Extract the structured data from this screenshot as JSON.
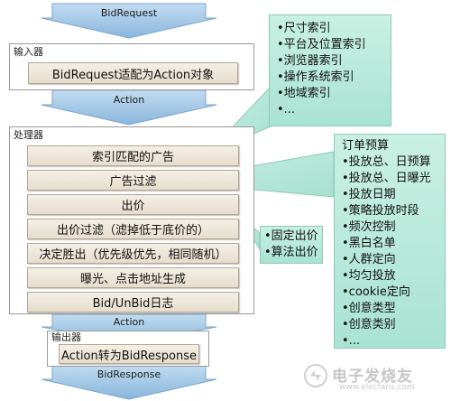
{
  "flow": {
    "input_label": "BidRequest",
    "between_action_1": "Action",
    "between_action_2": "Action",
    "output_label": "BidResponse"
  },
  "input_panel": {
    "title": "输入器",
    "step": "BidRequest适配为Action对象"
  },
  "processor_panel": {
    "title": "处理器",
    "steps": [
      "索引匹配的广告",
      "广告过滤",
      "出价",
      "出价过滤（滤掉低于底价的）",
      "决定胜出（优先级优先，相同随机）",
      "曝光、点击地址生成",
      "Bid/UnBid日志"
    ]
  },
  "output_panel": {
    "title": "输出器",
    "step": "Action转为BidResponse"
  },
  "callouts": {
    "index": {
      "items": [
        "•尺寸索引",
        "•平台及位置索引",
        "•浏览器索引",
        "•操作系统索引",
        "•地域索引",
        "•..."
      ]
    },
    "filter": {
      "title": "订单预算",
      "items": [
        "•投放总、日预算",
        "•投放总、日曝光",
        "•投放日期",
        "•策略投放时段",
        "•频次控制",
        "•黑白名单",
        "•人群定向",
        "•均匀投放",
        "•cookie定向",
        "•创意类型",
        "•创意类别",
        "•..."
      ]
    },
    "bid": {
      "items": [
        "•固定出价",
        "•算法出价"
      ]
    }
  },
  "watermark": {
    "text": "电子发烧友",
    "sub": "www.elecfans.com"
  },
  "colors": {
    "arrow_fill": "#9cc4e4",
    "step_fill": "#ece5d8",
    "callout_fill": "#bdeadc"
  }
}
